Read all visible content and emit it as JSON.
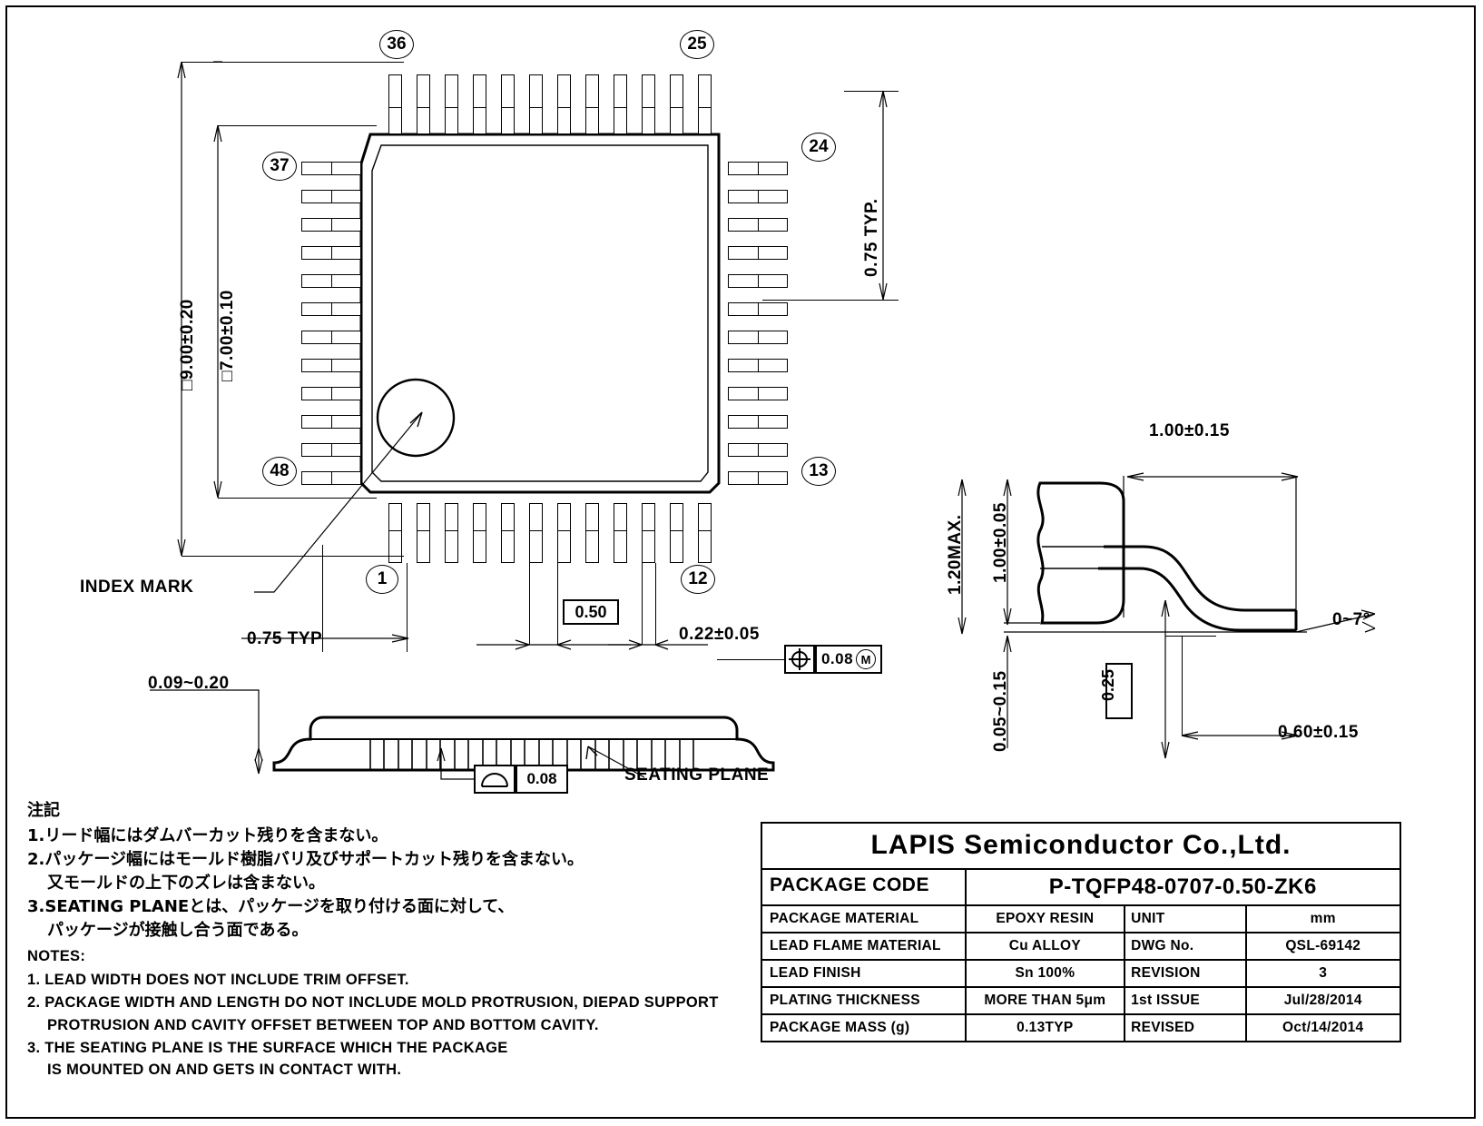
{
  "drawing": {
    "title": "LAPIS Semiconductor package outline drawing",
    "views": {
      "top": "top-view",
      "side": "side-view",
      "lead_detail": "lead-detail-view"
    }
  },
  "top_view": {
    "pin_callouts": [
      {
        "id": "pin-36",
        "label": "36"
      },
      {
        "id": "pin-25",
        "label": "25"
      },
      {
        "id": "pin-24",
        "label": "24"
      },
      {
        "id": "pin-37",
        "label": "37"
      },
      {
        "id": "pin-48",
        "label": "48"
      },
      {
        "id": "pin-13",
        "label": "13"
      },
      {
        "id": "pin-1",
        "label": "1"
      },
      {
        "id": "pin-12",
        "label": "12"
      }
    ],
    "dimensions": {
      "body_overall": "□9.00±0.20",
      "body_inner": "□7.00±0.10",
      "lead_pitch_typ_top": "0.75 TYP.",
      "lead_pitch_typ_left": "0.75 TYP",
      "pitch_boxed": "0.50",
      "lead_width": "0.22±0.05",
      "position_tolerance": "0.08",
      "position_modifier": "M",
      "position_symbol": "position-tolerance-icon"
    },
    "index_mark_label": "INDEX MARK"
  },
  "side_view": {
    "coplanarity_value": "0.08",
    "coplanarity_symbol": "profile-of-surface-icon",
    "standoff": "0.09~0.20",
    "seating_plane_label": "SEATING PLANE"
  },
  "lead_detail": {
    "lead_foot_length": "1.00±0.15",
    "total_height_max": "1.20MAX.",
    "body_thickness": "1.00±0.05",
    "standoff_height": "0.05~0.15",
    "lead_thickness_boxed": "0.25",
    "foot_flat": "0.60±0.15",
    "lead_angle": "0~7°"
  },
  "notes": {
    "jp_heading": "注記",
    "jp_items": [
      "1.リード幅にはダムバーカット残りを含まない。",
      "2.パッケージ幅にはモールド樹脂バリ及びサポートカット残りを含まない。",
      "又モールドの上下のズレは含まない。",
      "3.SEATING PLANEとは、パッケージを取り付ける面に対して、",
      "パッケージが接触し合う面である。"
    ],
    "en_heading": "NOTES:",
    "en_items": [
      "1.  LEAD WIDTH DOES NOT INCLUDE TRIM OFFSET.",
      "2.  PACKAGE WIDTH AND LENGTH DO NOT INCLUDE MOLD PROTRUSION, DIEPAD SUPPORT",
      "PROTRUSION AND CAVITY OFFSET BETWEEN TOP AND BOTTOM CAVITY.",
      "3.  THE SEATING PLANE IS THE SURFACE WHICH THE PACKAGE",
      "IS MOUNTED ON AND GETS IN CONTACT WITH."
    ]
  },
  "title_block": {
    "company": "LAPIS Semiconductor Co.,Ltd.",
    "package_code_label": "PACKAGE CODE",
    "package_code_value": "P-TQFP48-0707-0.50-ZK6",
    "rows": [
      {
        "key": "PACKAGE MATERIAL",
        "value": "EPOXY RESIN",
        "key2": "UNIT",
        "value2": "mm"
      },
      {
        "key": "LEAD FLAME MATERIAL",
        "value": "Cu ALLOY",
        "key2": "DWG No.",
        "value2": "QSL-69142"
      },
      {
        "key": "LEAD FINISH",
        "value": "Sn  100%",
        "key2": "REVISION",
        "value2": "3"
      },
      {
        "key": "PLATING THICKNESS",
        "value": "MORE THAN 5μm",
        "key2": "1st ISSUE",
        "value2": "Jul/28/2014"
      },
      {
        "key": "PACKAGE MASS (g)",
        "value": "0.13TYP",
        "key2": "REVISED",
        "value2": "Oct/14/2014"
      }
    ]
  },
  "colors": {
    "ink": "#000000",
    "paper": "#ffffff"
  }
}
